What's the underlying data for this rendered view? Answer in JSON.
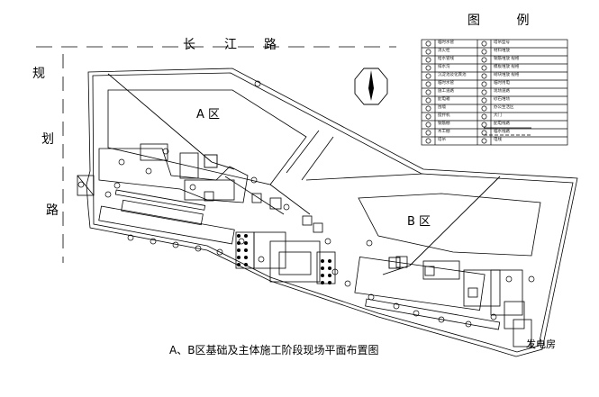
{
  "title": "A、B区基础及主体施工阶段现场平面布置图",
  "legend_title": "图 例",
  "roads": {
    "top": [
      "长",
      "江",
      "路"
    ],
    "left": [
      "规",
      "划",
      "路"
    ]
  },
  "zones": {
    "a": "A 区",
    "b": "B 区"
  },
  "corner_label": "发电房",
  "legend": {
    "left_col": [
      "临时水管",
      "消火栓",
      "给水管线",
      "排水沟",
      "沉淀池及化粪池",
      "临时水管",
      "施工道路",
      "配电箱",
      "围墙",
      "搅拌机",
      "钢筋棚",
      "木工棚",
      "塔吊"
    ],
    "right_col": [
      "塔吊型号",
      "材料堆放",
      "钢筋堆放 规格",
      "模板堆放 规格",
      "砌块堆放 规格",
      "临时用电",
      "现场道路",
      "砂石堆场",
      "办公生活区",
      "大门",
      "配电线路",
      "临水线路",
      "电线"
    ]
  }
}
